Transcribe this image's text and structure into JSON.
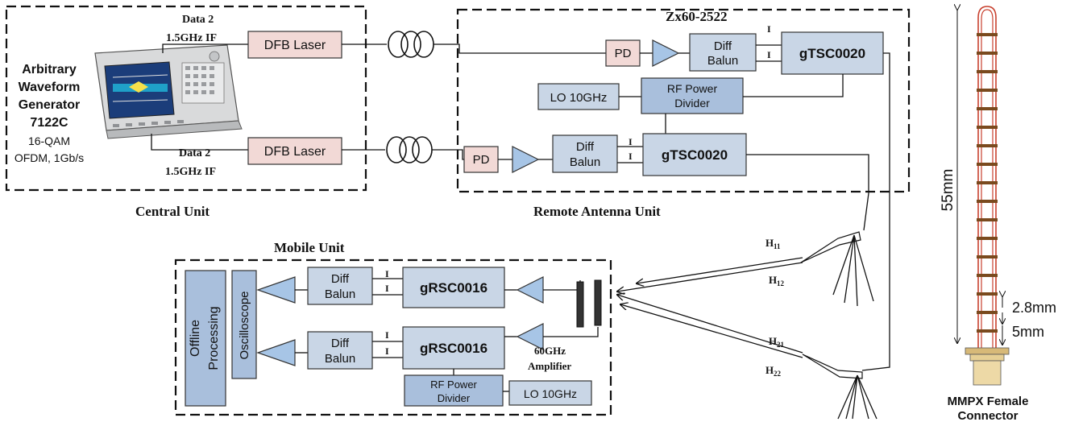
{
  "central_unit": {
    "label": "Central Unit",
    "awg_title": [
      "Arbitrary",
      "Waveform",
      "Generator",
      "7122C"
    ],
    "awg_sub": [
      "16-QAM",
      "OFDM, 1Gb/s"
    ],
    "path1_label": [
      "Data 2",
      "1.5GHz IF"
    ],
    "path2_label": [
      "Data 2",
      "1.5GHz IF"
    ],
    "laser1": "DFB Laser",
    "laser2": "DFB Laser"
  },
  "remote_unit": {
    "label": "Remote Antenna Unit",
    "amp_model": "Zx60-2522",
    "pd1": "PD",
    "pd2": "PD",
    "balun1": [
      "Diff",
      "Balun"
    ],
    "balun2": [
      "Diff",
      "Balun"
    ],
    "tx1": "gTSC0020",
    "tx2": "gTSC0020",
    "lo": "LO 10GHz",
    "divider": [
      "RF Power",
      "Divider"
    ],
    "iq": "I"
  },
  "mobile_unit": {
    "label": "Mobile Unit",
    "offline": [
      "Offline",
      "Processing"
    ],
    "scope": "Oscilloscope",
    "balun1": [
      "Diff",
      "Balun"
    ],
    "balun2": [
      "Diff",
      "Balun"
    ],
    "rx1": "gRSC0016",
    "rx2": "gRSC0016",
    "divider": [
      "RF Power",
      "Divider"
    ],
    "lo": "LO 10GHz",
    "amp_label": [
      "60GHz",
      "Amplifier"
    ],
    "iq": "I"
  },
  "channels": {
    "h11": "H",
    "h11_sub": "11",
    "h12": "H",
    "h12_sub": "12",
    "h21": "H",
    "h21_sub": "21",
    "h22": "H",
    "h22_sub": "22"
  },
  "antenna": {
    "length_label": "55mm",
    "spacing_label": "2.8mm",
    "width_label": "5mm",
    "connector_label": [
      "MMPX Female",
      "Connector"
    ]
  }
}
